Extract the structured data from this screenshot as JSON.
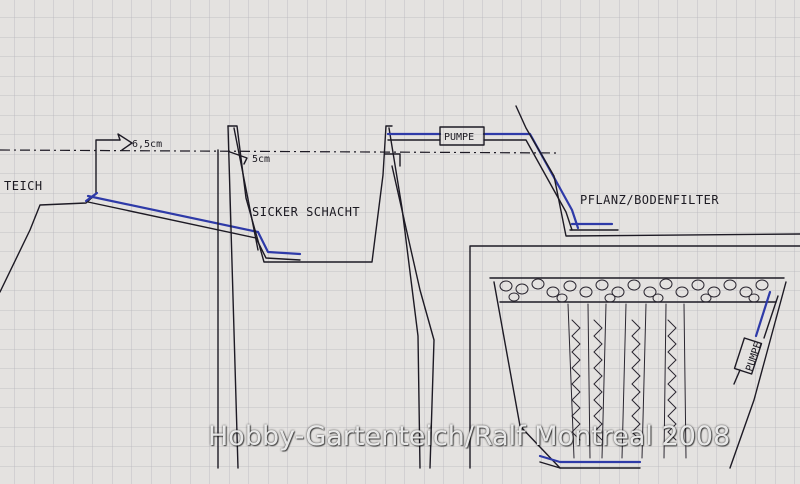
{
  "labels": {
    "teich": "TEICH",
    "dim_65": "6,5cm",
    "dim_5": "5cm",
    "sicker": "SICKER SCHACHT",
    "pumpe": "PUMPE",
    "filter": "PFLANZ/BODENFILTER",
    "pumpe_small": "PUMPE"
  },
  "watermark": "Hobby-Gartenteich/Ralf Montreal 2008",
  "colors": {
    "paper": "#e4e2e0",
    "grid": "#b8b6bc",
    "ink": "#1d1a24",
    "pipe_blue": "#2e3aa8"
  }
}
